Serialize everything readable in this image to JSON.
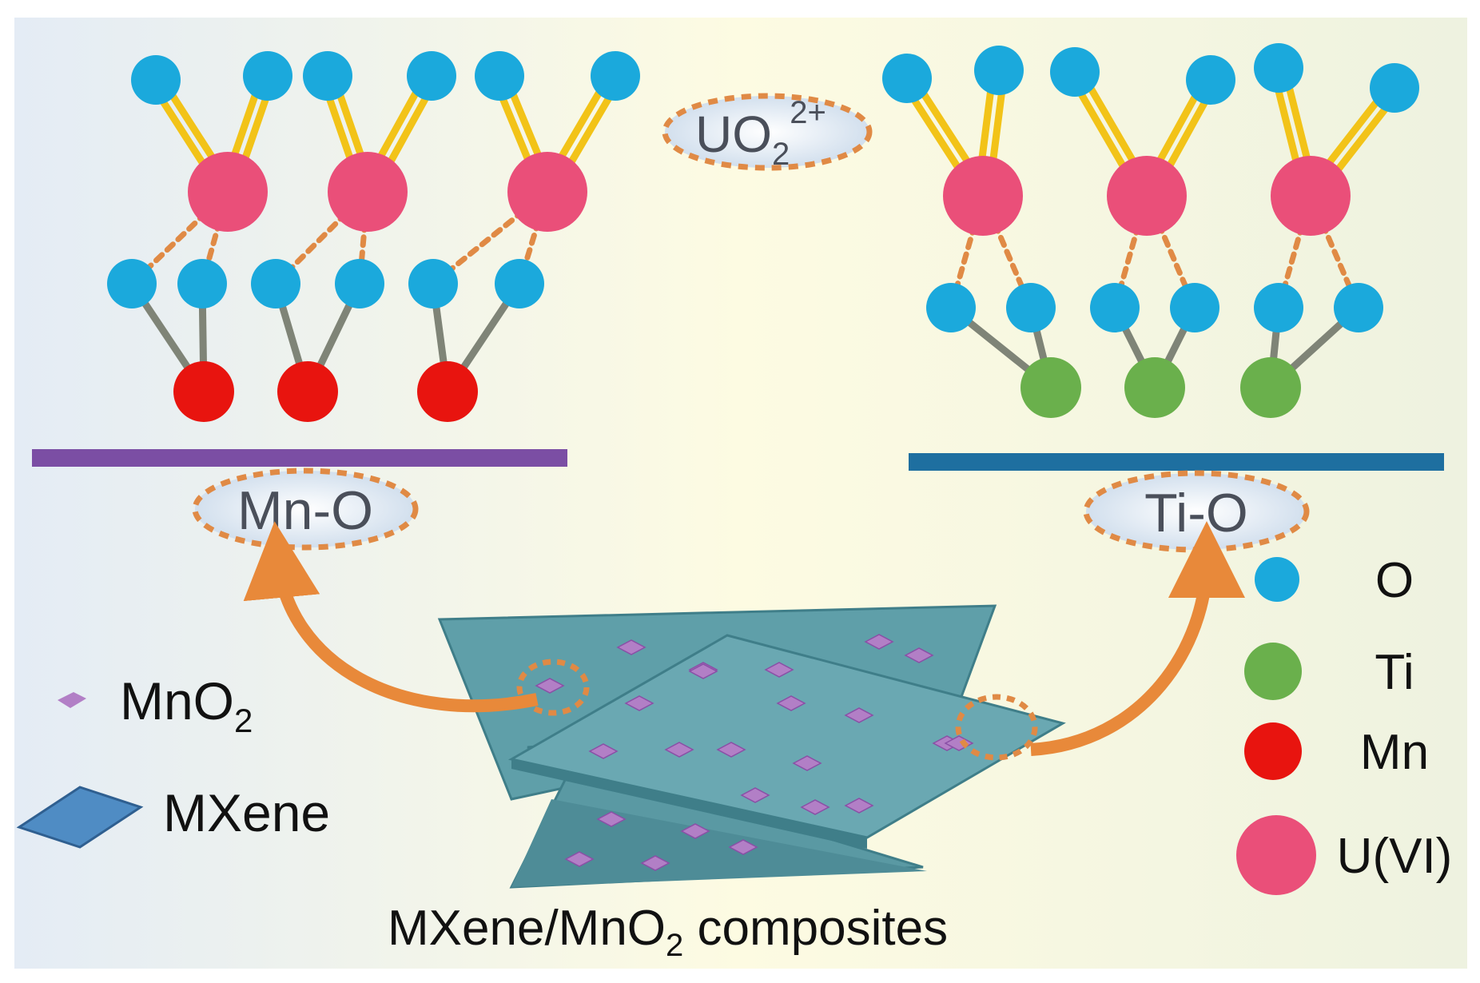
{
  "labels": {
    "uo2_base": "UO",
    "uo2_sub": "2",
    "uo2_sup": "2+",
    "mno_bond": "Mn-O",
    "tio_bond": "Ti-O",
    "composite_pre": "MXene/MnO",
    "composite_sub": "2",
    "composite_post": " composites",
    "mno2_legend_base": "MnO",
    "mno2_legend_sub": "2",
    "mxene_legend": "MXene"
  },
  "legend": [
    {
      "symbol": "O",
      "color": "#1ba9dc"
    },
    {
      "symbol": "Ti",
      "color": "#6ab04c"
    },
    {
      "symbol": "Mn",
      "color": "#e8140f"
    },
    {
      "symbol": "U(VI)",
      "color": "#ea4f79"
    }
  ],
  "colors": {
    "oxygen": "#1ba9dc",
    "titanium": "#6ab04c",
    "manganese": "#e8140f",
    "uranium": "#ea4f79",
    "uranyl_bond": "#f2c318",
    "metal_bond": "#7f8477",
    "dashed": "#e08a45",
    "arrow": "#e8893a",
    "left_bar": "#7b4ea4",
    "right_bar": "#1e6fa0",
    "sheet": "#5a9aa5",
    "mno2_particle": "#b27fc6"
  },
  "icons": {
    "mno2_legend": "rhombus-particle-icon",
    "mxene_legend": "sheet-icon"
  }
}
